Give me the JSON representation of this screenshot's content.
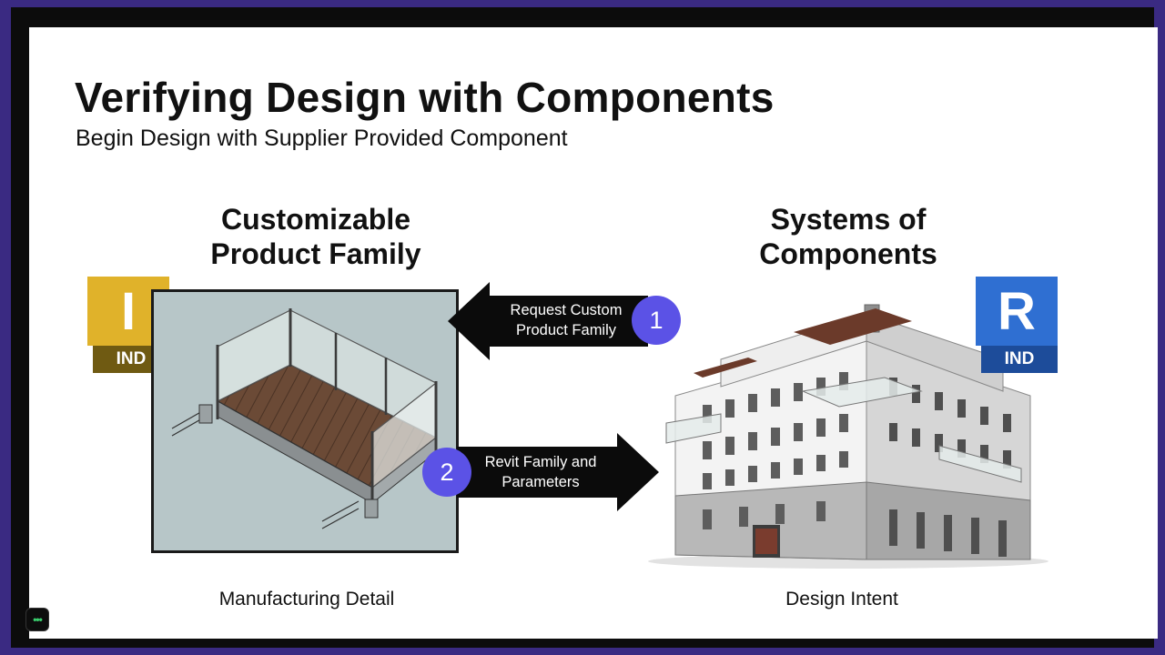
{
  "slide": {
    "title": "Verifying Design with Components",
    "subtitle": "Begin Design with Supplier Provided Component"
  },
  "left": {
    "heading_line1": "Customizable",
    "heading_line2": "Product Family",
    "caption": "Manufacturing Detail",
    "badge_letter": "I",
    "badge_label": "IND"
  },
  "right": {
    "heading_line1": "Systems of",
    "heading_line2": "Components",
    "caption": "Design Intent",
    "badge_letter": "R",
    "badge_label": "IND"
  },
  "arrows": {
    "step1_number": "1",
    "step1_line1": "Request Custom",
    "step1_line2": "Product Family",
    "step2_number": "2",
    "step2_line1": "Revit Family and",
    "step2_line2": "Parameters"
  },
  "colors": {
    "accent": "#5b52e6",
    "inventor_yellow": "#e0b22a",
    "revit_blue": "#2f6fd2",
    "background": "#3a2a82"
  },
  "icons": {
    "chat": "chat-bubble-icon"
  }
}
